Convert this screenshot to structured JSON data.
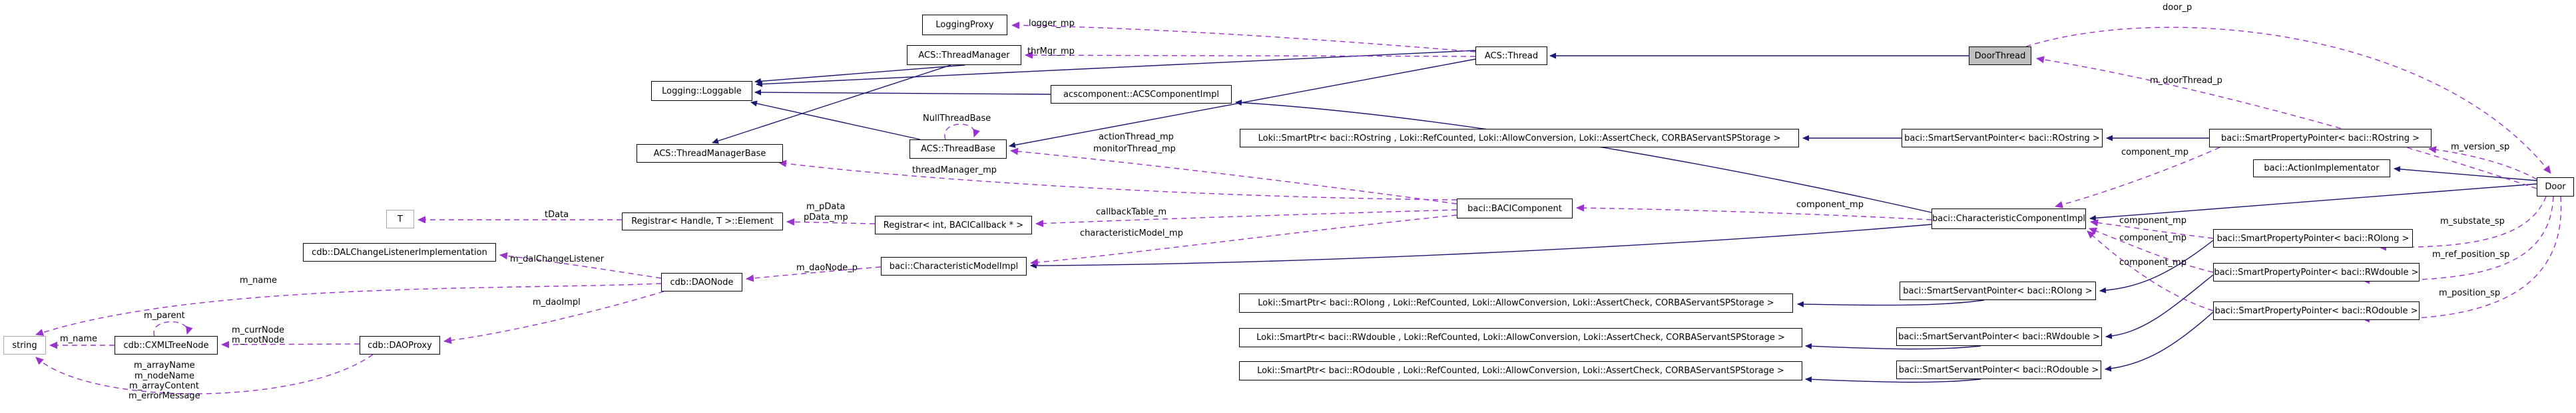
{
  "diagram": {
    "kind": "class collaboration graph",
    "current_class": "Door",
    "colors": {
      "inheritance_edge": "#191970",
      "usage_edge": "#9a32cd",
      "node_border": "#000000",
      "node_fill": "#ffffff",
      "current_node_fill": "#bfbfbf",
      "template_node_border": "#a8a8a8"
    },
    "nodes": [
      {
        "id": "loggingproxy",
        "label": "LoggingProxy"
      },
      {
        "id": "threadmanager",
        "label": "ACS::ThreadManager"
      },
      {
        "id": "acsthread",
        "label": "ACS::Thread"
      },
      {
        "id": "doorthread",
        "label": "DoorThread"
      },
      {
        "id": "loggable",
        "label": "Logging::Loggable"
      },
      {
        "id": "acscomponentimpl",
        "label": "acscomponent::ACSComponentImpl"
      },
      {
        "id": "threadmanagerbase",
        "label": "ACS::ThreadManagerBase"
      },
      {
        "id": "threadbase",
        "label": "ACS::ThreadBase"
      },
      {
        "id": "loki-rostring",
        "label": "Loki::SmartPtr< baci::ROstring , Loki::RefCounted, Loki::AllowConversion, Loki::AssertCheck, CORBAServantSPStorage >"
      },
      {
        "id": "ssp-rostring",
        "label": "baci::SmartServantPointer< baci::ROstring >"
      },
      {
        "id": "spp-rostring",
        "label": "baci::SmartPropertyPointer< baci::ROstring >"
      },
      {
        "id": "actionimplementator",
        "label": "baci::ActionImplementator"
      },
      {
        "id": "door",
        "label": "Door"
      },
      {
        "id": "bacicomponent",
        "label": "baci::BACIComponent"
      },
      {
        "id": "ccimpl",
        "label": "baci::CharacteristicComponentImpl"
      },
      {
        "id": "t",
        "label": "T"
      },
      {
        "id": "reg-element",
        "label": "Registrar< Handle, T >::Element"
      },
      {
        "id": "reg-int",
        "label": "Registrar< int, BACICallback * >"
      },
      {
        "id": "dalchangelistener",
        "label": "cdb::DALChangeListenerImplementation"
      },
      {
        "id": "daonode",
        "label": "cdb::DAONode"
      },
      {
        "id": "charmodel",
        "label": "baci::CharacteristicModelImpl"
      },
      {
        "id": "string",
        "label": "string"
      },
      {
        "id": "cxmltreenode",
        "label": "cdb::CXMLTreeNode"
      },
      {
        "id": "daoproxy",
        "label": "cdb::DAOProxy"
      },
      {
        "id": "loki-rolong",
        "label": "Loki::SmartPtr< baci::ROlong , Loki::RefCounted, Loki::AllowConversion, Loki::AssertCheck, CORBAServantSPStorage >"
      },
      {
        "id": "ssp-rolong",
        "label": "baci::SmartServantPointer< baci::ROlong >"
      },
      {
        "id": "loki-rwdouble",
        "label": "Loki::SmartPtr< baci::RWdouble , Loki::RefCounted, Loki::AllowConversion, Loki::AssertCheck, CORBAServantSPStorage >"
      },
      {
        "id": "ssp-rwdouble",
        "label": "baci::SmartServantPointer< baci::RWdouble >"
      },
      {
        "id": "loki-rodouble",
        "label": "Loki::SmartPtr< baci::ROdouble , Loki::RefCounted, Loki::AllowConversion, Loki::AssertCheck, CORBAServantSPStorage >"
      },
      {
        "id": "ssp-rodouble",
        "label": "baci::SmartServantPointer< baci::ROdouble >"
      },
      {
        "id": "spp-rolong",
        "label": "baci::SmartPropertyPointer< baci::ROlong >"
      },
      {
        "id": "spp-rwdouble",
        "label": "baci::SmartPropertyPointer< baci::RWdouble >"
      },
      {
        "id": "spp-rodouble",
        "label": "baci::SmartPropertyPointer< baci::ROdouble >"
      }
    ],
    "edge_labels": [
      {
        "text": "logger_mp"
      },
      {
        "text": "thrMgr_mp"
      },
      {
        "text": "NullThreadBase"
      },
      {
        "text": "actionThread_mp"
      },
      {
        "text": "monitorThread_mp"
      },
      {
        "text": "threadManager_mp"
      },
      {
        "text": "callbackTable_m"
      },
      {
        "text": "characteristicModel_mp"
      },
      {
        "text": "tData"
      },
      {
        "text": "m_pData"
      },
      {
        "text": "pData_mp"
      },
      {
        "text": "m_daoNode_p"
      },
      {
        "text": "m_dalChangeListener"
      },
      {
        "text": "m_name"
      },
      {
        "text": "m_daoImpl"
      },
      {
        "text": "m_parent"
      },
      {
        "text": "m_currNode"
      },
      {
        "text": "m_rootNode"
      },
      {
        "text": "m_name"
      },
      {
        "text": "m_arrayName"
      },
      {
        "text": "m_nodeName"
      },
      {
        "text": "m_arrayContent"
      },
      {
        "text": "m_errorMessage"
      },
      {
        "text": "component_mp"
      },
      {
        "text": "component_mp"
      },
      {
        "text": "component_mp"
      },
      {
        "text": "component_mp"
      },
      {
        "text": "component_mp"
      },
      {
        "text": "m_version_sp"
      },
      {
        "text": "m_substate_sp"
      },
      {
        "text": "m_ref_position_sp"
      },
      {
        "text": "m_position_sp"
      },
      {
        "text": "door_p"
      },
      {
        "text": "m_doorThread_p"
      }
    ]
  }
}
